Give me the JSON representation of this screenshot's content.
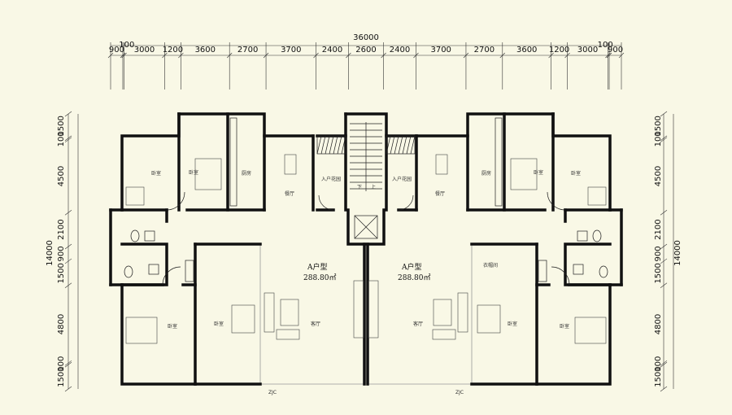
{
  "dimensions": {
    "total_width": "36000",
    "top_segments": [
      "900",
      "100",
      "3000",
      "1200",
      "3600",
      "2700",
      "3700",
      "2400",
      "2600",
      "2400",
      "3700",
      "2700",
      "3600",
      "1200",
      "3000",
      "100",
      "900"
    ],
    "left_segments": [
      "1500",
      "100",
      "4500",
      "2100",
      "900",
      "1500",
      "4800",
      "100",
      "1500"
    ],
    "right_segments": [
      "1500",
      "100",
      "4500",
      "2100",
      "900",
      "1500",
      "4800",
      "100",
      "1500"
    ],
    "total_depth": "14000"
  },
  "unit_left": {
    "type": "A户型",
    "area": "288.80㎡"
  },
  "unit_right": {
    "type": "A户型",
    "area": "288.80㎡"
  },
  "rooms_left": {
    "bedroom_top_outer": "卧室",
    "bedroom_top_inner": "卧室",
    "kitchen": "厨房",
    "dining": "餐厅",
    "entry": "入户花园",
    "bedroom_bottom_outer": "卧室",
    "bedroom_bottom_inner": "卧室",
    "living": "客厅"
  },
  "rooms_right": {
    "kitchen": "厨房",
    "bedroom_top_inner": "卧室",
    "bedroom_top_outer": "卧室",
    "dining": "餐厅",
    "entry": "入户花园",
    "storage": "衣帽间",
    "bedroom_bottom_inner": "卧室",
    "bedroom_bottom_outer": "卧室",
    "living": "客厅"
  },
  "stairs": {
    "down_label": "下",
    "up_label": "上"
  },
  "balcony_marks": [
    "ZJC",
    "ZJC"
  ]
}
